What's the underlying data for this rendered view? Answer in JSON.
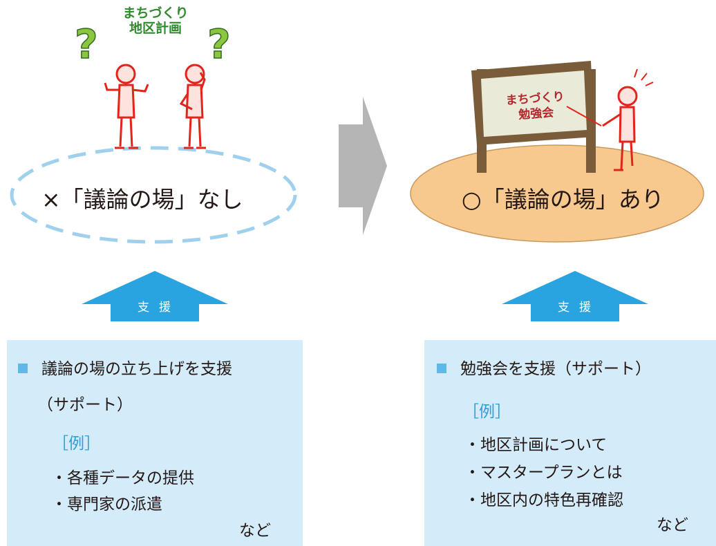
{
  "left_scene": {
    "bubble_title_line1": "まちづくり",
    "bubble_title_line2": "地区計画",
    "place_label": "×「議論の場」なし"
  },
  "right_scene": {
    "board_line1": "まちづくり",
    "board_line2": "勉強会",
    "place_label": "○「議論の場」あり"
  },
  "left_support": {
    "arrow_label": "支援",
    "heading_line1": "議論の場の立ち上げを支援",
    "heading_line2": "（サポート）",
    "example_label": "［例］",
    "items": [
      "・各種データの提供",
      "・専門家の派遣"
    ],
    "etc": "など"
  },
  "right_support": {
    "arrow_label": "支援",
    "heading": "勉強会を支援（サポート）",
    "example_label": "［例］",
    "items": [
      "・地区計画について",
      "・マスタープランとは",
      "・地区内の特色再確認"
    ],
    "etc": "など"
  },
  "colors": {
    "question_mark": "#8cc63f",
    "bubble_text": "#2f8a2c",
    "dashed_ellipse": "#9fd1ee",
    "orange_ellipse": "#f8c98f",
    "board_frame": "#7a5c3a",
    "board_surface": "#e9ead8",
    "arrow_blue": "#2aa4e0",
    "box_bg": "#d4ebf9",
    "center_arrow": "#b5b5b5",
    "figure_red": "#e2241a"
  }
}
